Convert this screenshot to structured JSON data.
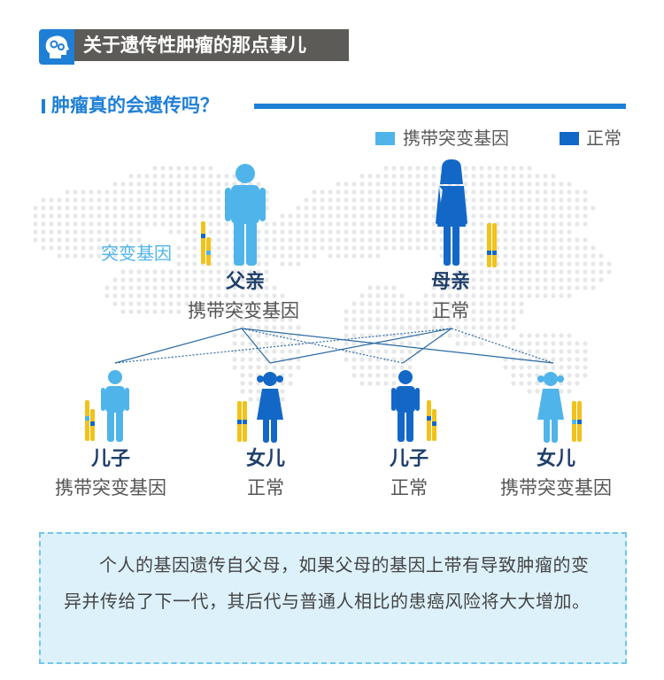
{
  "header": {
    "title": "关于遗传性肿瘤的那点事儿",
    "icon": "head-gears-icon"
  },
  "section": {
    "title": "肿瘤真的会遗传吗？"
  },
  "legend": {
    "carrier_label": "携带突变基因",
    "carrier_color": "#4fb4ea",
    "normal_label": "正常",
    "normal_color": "#1368c7"
  },
  "mutation_label": "突变基因",
  "parents": {
    "father": {
      "name": "父亲",
      "status": "携带突变基因"
    },
    "mother": {
      "name": "母亲",
      "status": "正常"
    }
  },
  "children": [
    {
      "name": "儿子",
      "status": "携带突变基因"
    },
    {
      "name": "女儿",
      "status": "正常"
    },
    {
      "name": "儿子",
      "status": "正常"
    },
    {
      "name": "女儿",
      "status": "携带突变基因"
    }
  ],
  "info": {
    "text": "个人的基因遗传自父母，如果父母的基因上带有导致肿瘤的变异并传给了下一代，其后代与普通人相比的患癌风险将大大增加。"
  }
}
